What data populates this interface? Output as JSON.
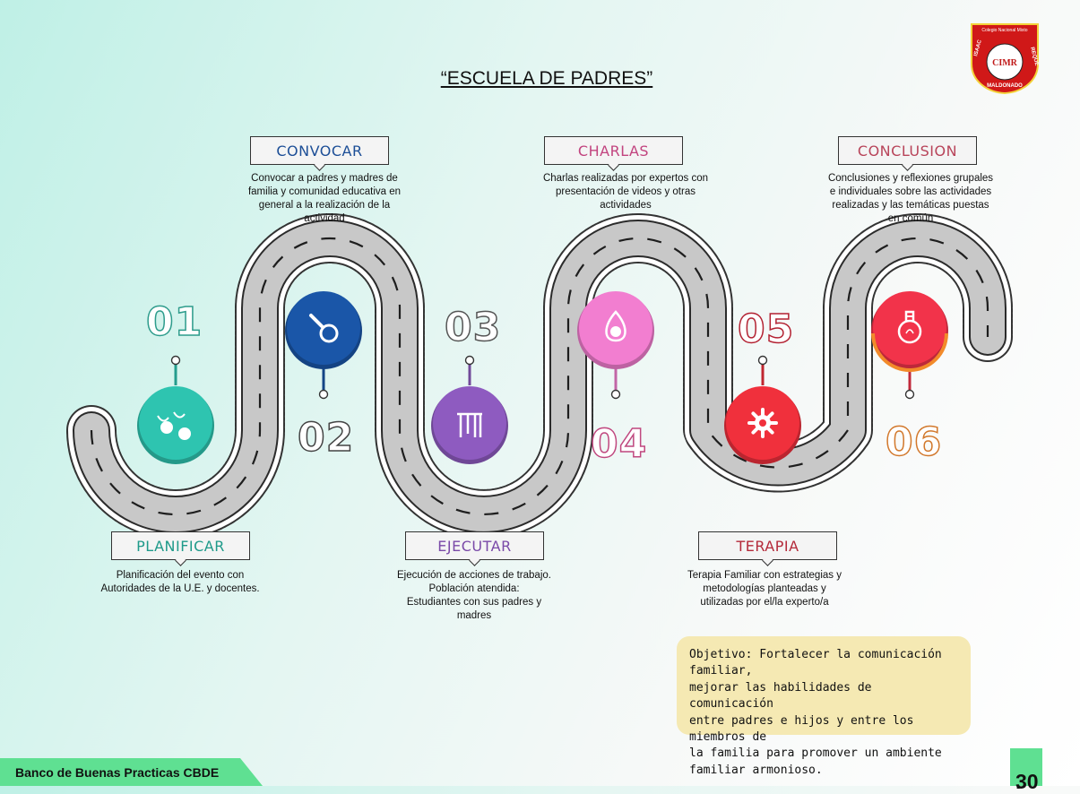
{
  "title": "“ESCUELA DE PADRES”",
  "logo": {
    "top_text": "Colegio Nacional Mixto",
    "left_text": "ISAAC",
    "right_text": "REQUE",
    "bottom_text": "MALDONADO",
    "monogram": "CIMR"
  },
  "steps": [
    {
      "number": "01",
      "label": "PLANIFICAR",
      "description": [
        "Planificación del evento con",
        "Autoridades de la U.E. y docentes."
      ],
      "color": "#2ec4b0",
      "icon": "people-icon"
    },
    {
      "number": "02",
      "label": "CONVOCAR",
      "description": [
        "Convocar a padres y madres de",
        "familia y comunidad educativa en",
        "general a la realización de la",
        "actividad"
      ],
      "color": "#1a56a8",
      "icon": "magnifier-icon"
    },
    {
      "number": "03",
      "label": "EJECUTAR",
      "description": [
        "Ejecución de acciones de trabajo.",
        "Población atendida:",
        "Estudiantes con sus padres y",
        "madres"
      ],
      "color": "#8e5bc0",
      "icon": "bars-icon"
    },
    {
      "number": "04",
      "label": "CHARLAS",
      "description": [
        "Charlas realizadas por expertos con",
        "presentación de videos y otras",
        "actividades"
      ],
      "color": "#f27ed0",
      "icon": "drop-icon"
    },
    {
      "number": "05",
      "label": "TERAPIA",
      "description": [
        "Terapia Familiar con estrategias y",
        "metodologías planteadas y",
        "utilizadas por el/la experto/a"
      ],
      "color": "#f0303c",
      "icon": "gear-icon"
    },
    {
      "number": "06",
      "label": "CONCLUSION",
      "description": [
        "Conclusiones y reflexiones grupales",
        "e individuales sobre las actividades",
        "realizadas y las temáticas puestas",
        "en común"
      ],
      "color": "#f2334a",
      "icon": "lightbulb-icon"
    }
  ],
  "objective": [
    "Objetivo: Fortalecer la comunicación familiar,",
    "mejorar las habilidades de comunicación",
    "entre padres e hijos y entre los miembros de",
    "la familia para promover un ambiente",
    "familiar armonioso."
  ],
  "footer": "Banco de Buenas Practicas CBDE",
  "page_number": "30",
  "page_number_suffix": "."
}
